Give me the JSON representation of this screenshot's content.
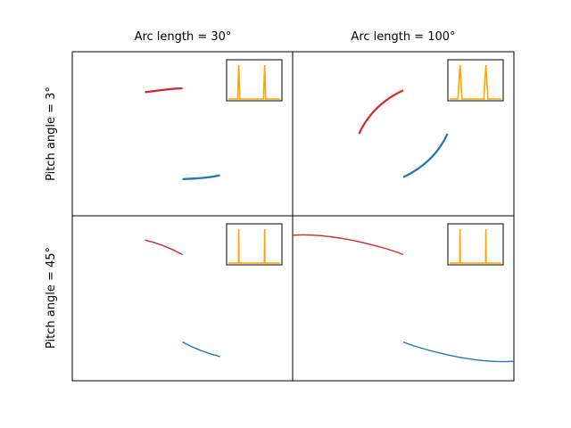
{
  "figure": {
    "col_titles": [
      "Arc length = 30°",
      "Arc length = 100°"
    ],
    "row_titles": [
      "Pitch angle = 3°",
      "Pitch angle = 45°"
    ]
  },
  "colors": {
    "red": "#d62728",
    "blue": "#1f77b4",
    "inset": "#ffa500",
    "frame": "#000000"
  },
  "chart_data": [
    {
      "type": "line",
      "panel": "row1-col1",
      "series": [
        {
          "color": "#d62728",
          "x": [
            -0.17,
            -0.05,
            0.0
          ],
          "y": [
            0.43,
            0.47,
            0.47
          ]
        },
        {
          "color": "#1f77b4",
          "x": [
            0.0,
            0.12,
            0.17
          ],
          "y": [
            -0.47,
            -0.46,
            -0.43
          ]
        }
      ],
      "inset": {
        "type": "line",
        "color": "#ffa500",
        "peaks": [
          0.2,
          0.7
        ],
        "width": 0.02
      }
    },
    {
      "type": "line",
      "panel": "row1-col2",
      "series": [
        {
          "color": "#d62728",
          "x": [
            -0.2,
            -0.14,
            0.0
          ],
          "y": [
            0.0,
            0.3,
            0.45
          ]
        },
        {
          "color": "#1f77b4",
          "x": [
            0.0,
            0.14,
            0.2
          ],
          "y": [
            -0.45,
            -0.3,
            0.0
          ]
        }
      ],
      "inset": {
        "type": "line",
        "color": "#ffa500",
        "peaks": [
          0.2,
          0.7
        ],
        "width": 0.04
      }
    },
    {
      "type": "line",
      "panel": "row2-col1",
      "series": [
        {
          "color": "#d62728",
          "x": [
            -0.17,
            -0.08,
            0.0
          ],
          "y": [
            0.6,
            0.55,
            0.45
          ]
        },
        {
          "color": "#1f77b4",
          "x": [
            0.0,
            0.08,
            0.17
          ],
          "y": [
            -0.45,
            -0.55,
            -0.6
          ]
        }
      ],
      "inset": {
        "type": "line",
        "color": "#ffa500",
        "peaks": [
          0.2,
          0.7
        ],
        "width": 0.004
      }
    },
    {
      "type": "line",
      "panel": "row2-col2",
      "series": [
        {
          "color": "#d62728",
          "x": [
            -0.5,
            -0.3,
            -0.05,
            0.0
          ],
          "y": [
            0.65,
            0.68,
            0.5,
            0.45
          ]
        },
        {
          "color": "#1f77b4",
          "x": [
            0.0,
            0.05,
            0.3,
            0.5
          ],
          "y": [
            -0.45,
            -0.5,
            -0.68,
            -0.65
          ]
        }
      ],
      "inset": {
        "type": "line",
        "color": "#ffa500",
        "peaks": [
          0.2,
          0.7
        ],
        "width": 0.004
      }
    }
  ]
}
